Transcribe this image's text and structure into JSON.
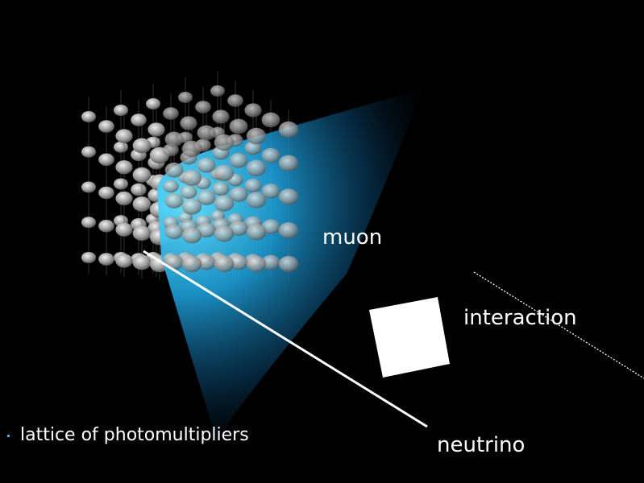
{
  "labels": {
    "muon": "muon",
    "interaction": "interaction",
    "neutrino": "neutrino",
    "lattice": "lattice of photomultipliers"
  },
  "colors": {
    "cone": "#2fb6f0",
    "pmt": "#b0b0b0",
    "background": "#000000"
  }
}
